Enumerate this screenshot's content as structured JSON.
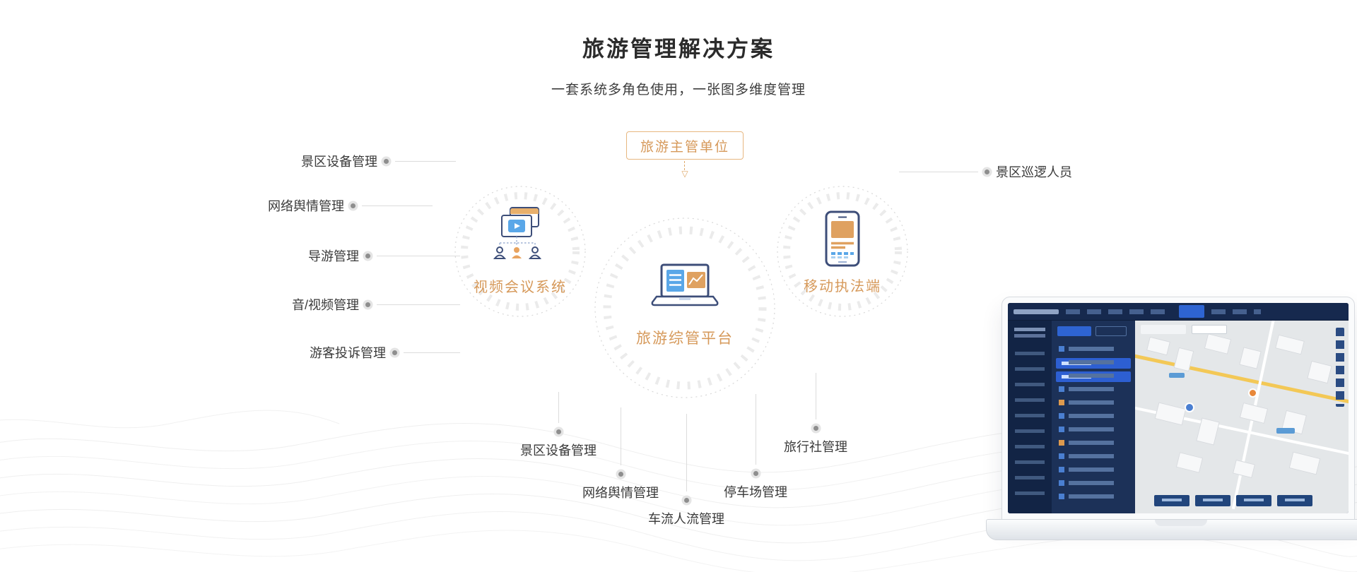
{
  "page": {
    "title": "旅游管理解决方案",
    "subtitle": "一套系统多角色使用，一张图多维度管理"
  },
  "diagram": {
    "authority_box_label": "旅游主管单位",
    "arrow_glyph": "▽",
    "nodes": {
      "video_label": "视频会议系统",
      "platform_label": "旅游综管平台",
      "mobile_label": "移动执法端"
    },
    "left_labels": [
      "景区设备管理",
      "网络舆情管理",
      "导游管理",
      "音/视频管理",
      "游客投诉管理"
    ],
    "right_labels": [
      "景区巡逻人员"
    ],
    "bottom_labels": [
      "景区设备管理",
      "网络舆情管理",
      "车流人流管理",
      "停车场管理",
      "旅行社管理"
    ],
    "colors": {
      "accent_orange": "#d6995a",
      "navy": "#3d4e79",
      "blue": "#5aa7e8",
      "line_gray": "#dcdcdc"
    }
  }
}
